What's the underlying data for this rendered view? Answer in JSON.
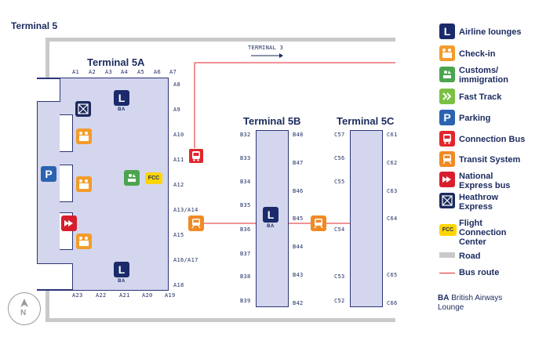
{
  "title": "Terminal 5",
  "route_sign": "TERMINAL 3",
  "terminals": {
    "a": "Terminal 5A",
    "b": "Terminal 5B",
    "c": "Terminal 5C"
  },
  "gates_a_top": [
    "A1",
    "A2",
    "A3",
    "A4",
    "A5",
    "A6",
    "A7"
  ],
  "gates_a_right": [
    "A8",
    "A9",
    "A10",
    "A11",
    "A12",
    "A13/A14",
    "A15",
    "A16/A17",
    "A18"
  ],
  "gates_a_bottom": [
    "A23",
    "A22",
    "A21",
    "A20",
    "A19"
  ],
  "gates_b_left": [
    "B32",
    "B33",
    "B34",
    "B35",
    "B36",
    "B37",
    "B38",
    "B39"
  ],
  "gates_b_right": [
    "B48",
    "B47",
    "B46",
    "B45",
    "B44",
    "B43",
    "B42"
  ],
  "gates_c_left": [
    "C57",
    "C56",
    "C55",
    "C54",
    "C53",
    "C52"
  ],
  "gates_c_right": [
    "C61",
    "C62",
    "C63",
    "C64",
    "C65",
    "C66"
  ],
  "icon_text": {
    "lounge": "L",
    "parking": "P",
    "ba": "BA",
    "fcc": "FCC"
  },
  "compass_letter": "N",
  "legend": [
    {
      "label": "Airline lounges",
      "icon": "lounge-icon"
    },
    {
      "label": "Check-in",
      "icon": "checkin-icon"
    },
    {
      "label": "Customs/\nimmigration",
      "icon": "customs-icon"
    },
    {
      "label": "Fast Track",
      "icon": "fast-track-icon"
    },
    {
      "label": "Parking",
      "icon": "parking-icon"
    },
    {
      "label": "Connection Bus",
      "icon": "bus-icon"
    },
    {
      "label": "Transit System",
      "icon": "transit-icon"
    },
    {
      "label": "National\nExpress bus",
      "icon": "national-express-icon"
    },
    {
      "label": "Heathrow\nExpress",
      "icon": "heathrow-express-icon"
    },
    {
      "label": "Flight\nConnection\nCenter",
      "icon": "fcc-icon"
    },
    {
      "label": "Road",
      "icon": "road-swatch"
    },
    {
      "label": "Bus route",
      "icon": "bus-route-line"
    }
  ],
  "footnote": {
    "code": "BA",
    "text": " British Airways",
    "line2": "Lounge"
  },
  "colors": {
    "navy": "#1b2a5e",
    "terminal_fill": "#d4d6ee",
    "road": "#c9c9c9",
    "bus_route": "#e2262c"
  }
}
